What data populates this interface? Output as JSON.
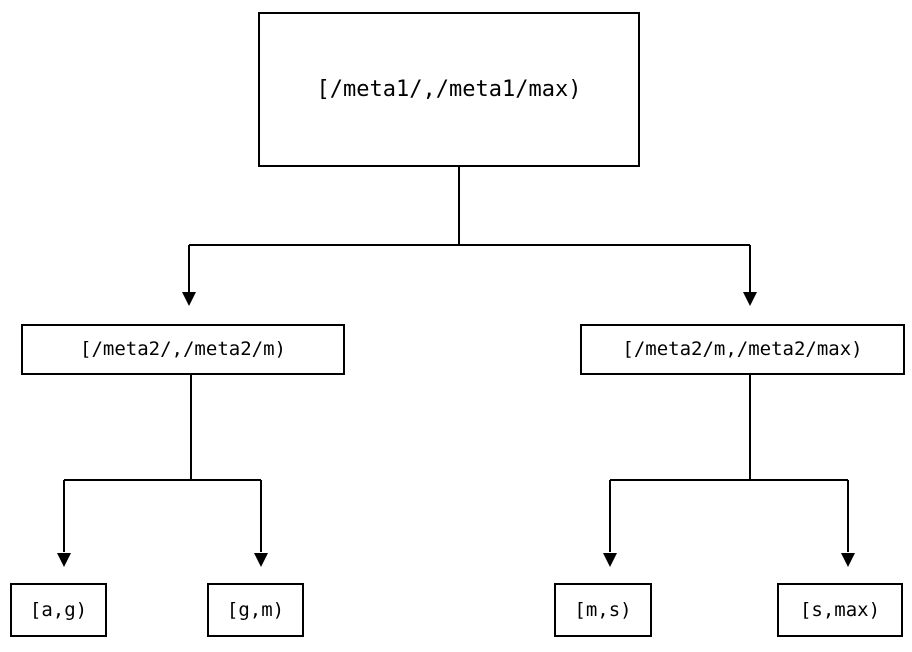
{
  "diagram": {
    "type": "tree",
    "title": "",
    "orientation": "top-down",
    "background_color": "#ffffff",
    "line_color": "#000000",
    "text_color": "#000000",
    "line_width": 2,
    "arrowhead_style": "solid-triangle-down"
  },
  "nodes": {
    "root": {
      "id": "root",
      "label": "[/meta1/,/meta1/max)",
      "level": 0
    },
    "level2": [
      {
        "id": "level2-left",
        "label": "[/meta2/,/meta2/m)",
        "level": 1
      },
      {
        "id": "level2-right",
        "label": "[/meta2/m,/meta2/max)",
        "level": 1
      }
    ],
    "leaves": [
      {
        "id": "leaf-ag",
        "label": "[a,g)",
        "level": 2,
        "parent": "level2-left"
      },
      {
        "id": "leaf-gm",
        "label": "[g,m)",
        "level": 2,
        "parent": "level2-left"
      },
      {
        "id": "leaf-ms",
        "label": "[m,s)",
        "level": 2,
        "parent": "level2-right"
      },
      {
        "id": "leaf-smax",
        "label": "[s,max)",
        "level": 2,
        "parent": "level2-right"
      }
    ]
  },
  "edges": [
    {
      "from": "root",
      "to": "level2-left"
    },
    {
      "from": "root",
      "to": "level2-right"
    },
    {
      "from": "level2-left",
      "to": "leaf-ag"
    },
    {
      "from": "level2-left",
      "to": "leaf-gm"
    },
    {
      "from": "level2-right",
      "to": "leaf-ms"
    },
    {
      "from": "level2-right",
      "to": "leaf-smax"
    }
  ]
}
